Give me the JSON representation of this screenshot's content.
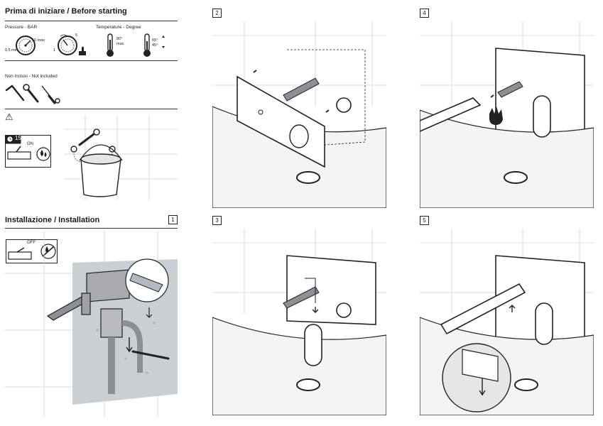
{
  "before": {
    "title": "Prima di iniziare / Before starting",
    "pressure_label": "Pressure - BAR",
    "pressure_max": "10 max",
    "pressure_min": "0,5 min",
    "gauge2_left": "1",
    "gauge2_right": "5",
    "temperature_label": "Temperature - Degree",
    "temp_max": "80°",
    "temp_max_unit": "max",
    "temp_range_high": "65°",
    "temp_range_low": "45°",
    "not_included": "Non inclusi - Not included",
    "warning_symbol": "⚠",
    "timer_value": "15'",
    "valve_state": "ON"
  },
  "installation": {
    "title": "Installazione / Installation",
    "step1": "1",
    "valve_state": "OFF"
  },
  "steps": {
    "s2": "2",
    "s3": "3",
    "s4": "4",
    "s5": "5"
  },
  "colors": {
    "line": "#222222",
    "tile": "#f4f4f4",
    "wall_concrete": "#c9cfd3",
    "pipe": "#8c8f93"
  }
}
